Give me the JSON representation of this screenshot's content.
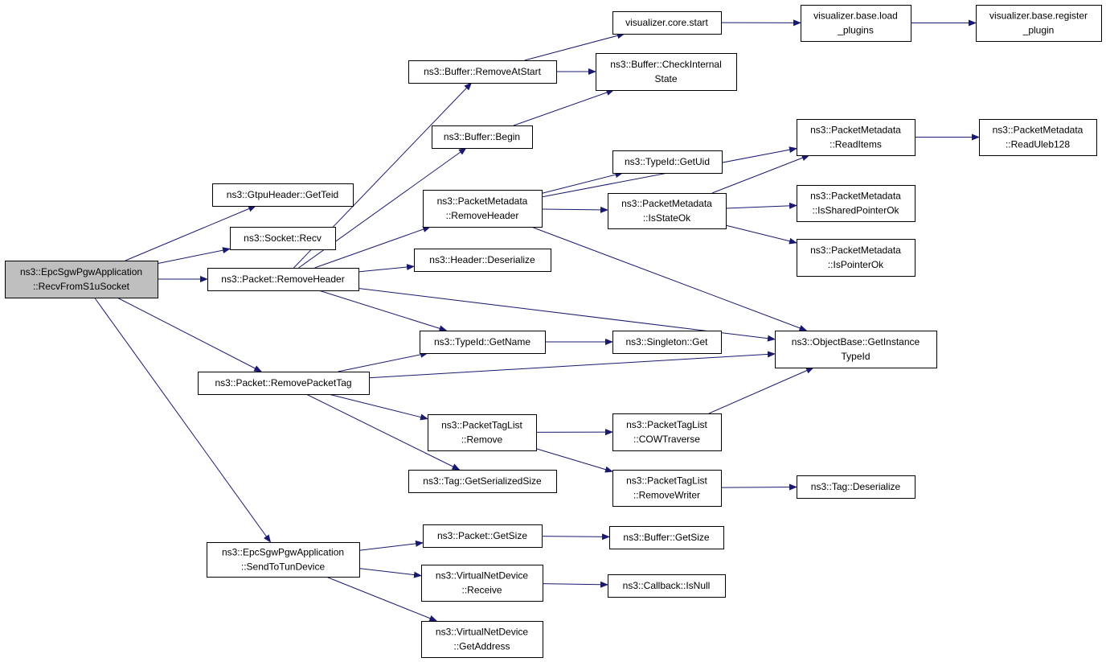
{
  "colors": {
    "node_fill": "#ffffff",
    "node_stroke": "#000000",
    "root_fill": "#bfbfbf",
    "edge": "#191970"
  },
  "nodes": [
    {
      "id": "root",
      "lines": [
        "ns3::EpcSgwPgwApplication",
        "::RecvFromS1uSocket"
      ]
    },
    {
      "id": "gettied",
      "lines": [
        "ns3::GtpuHeader::GetTeid"
      ]
    },
    {
      "id": "socketrecv",
      "lines": [
        "ns3::Socket::Recv"
      ]
    },
    {
      "id": "pktremovehdr",
      "lines": [
        "ns3::Packet::RemoveHeader"
      ]
    },
    {
      "id": "pktremovetag",
      "lines": [
        "ns3::Packet::RemovePacketTag"
      ]
    },
    {
      "id": "sendtotun",
      "lines": [
        "ns3::EpcSgwPgwApplication",
        "::SendToTunDevice"
      ]
    },
    {
      "id": "bufremoveatstart",
      "lines": [
        "ns3::Buffer::RemoveAtStart"
      ]
    },
    {
      "id": "bufbegin",
      "lines": [
        "ns3::Buffer::Begin"
      ]
    },
    {
      "id": "pmremovehdr",
      "lines": [
        "ns3::PacketMetadata",
        "::RemoveHeader"
      ]
    },
    {
      "id": "hdrdeser",
      "lines": [
        "ns3::Header::Deserialize"
      ]
    },
    {
      "id": "tidgetname",
      "lines": [
        "ns3::TypeId::GetName"
      ]
    },
    {
      "id": "ptlremove",
      "lines": [
        "ns3::PacketTagList",
        "::Remove"
      ]
    },
    {
      "id": "taggetsize",
      "lines": [
        "ns3::Tag::GetSerializedSize"
      ]
    },
    {
      "id": "pktgetsize",
      "lines": [
        "ns3::Packet::GetSize"
      ]
    },
    {
      "id": "vndreceive",
      "lines": [
        "ns3::VirtualNetDevice",
        "::Receive"
      ]
    },
    {
      "id": "vndgetaddr",
      "lines": [
        "ns3::VirtualNetDevice",
        "::GetAddress"
      ]
    },
    {
      "id": "viscorestart",
      "lines": [
        "visualizer.core.start"
      ]
    },
    {
      "id": "bufcheck",
      "lines": [
        "ns3::Buffer::CheckInternal",
        "State"
      ]
    },
    {
      "id": "tidgetuid",
      "lines": [
        "ns3::TypeId::GetUid"
      ]
    },
    {
      "id": "pmisstateok",
      "lines": [
        "ns3::PacketMetadata",
        "::IsStateOk"
      ]
    },
    {
      "id": "singletonget",
      "lines": [
        "ns3::Singleton::Get"
      ]
    },
    {
      "id": "ptlcow",
      "lines": [
        "ns3::PacketTagList",
        "::COWTraverse"
      ]
    },
    {
      "id": "ptlremovewriter",
      "lines": [
        "ns3::PacketTagList",
        "::RemoveWriter"
      ]
    },
    {
      "id": "bufgetsize",
      "lines": [
        "ns3::Buffer::GetSize"
      ]
    },
    {
      "id": "cbisnull",
      "lines": [
        "ns3::Callback::IsNull"
      ]
    },
    {
      "id": "visbaseload",
      "lines": [
        "visualizer.base.load",
        "_plugins"
      ]
    },
    {
      "id": "pmreaditems",
      "lines": [
        "ns3::PacketMetadata",
        "::ReadItems"
      ]
    },
    {
      "id": "pmissharedptr",
      "lines": [
        "ns3::PacketMetadata",
        "::IsSharedPointerOk"
      ]
    },
    {
      "id": "pmisptrok",
      "lines": [
        "ns3::PacketMetadata",
        "::IsPointerOk"
      ]
    },
    {
      "id": "objgetinst",
      "lines": [
        "ns3::ObjectBase::GetInstance",
        "TypeId"
      ]
    },
    {
      "id": "tagdeser",
      "lines": [
        "ns3::Tag::Deserialize"
      ]
    },
    {
      "id": "visbasereg",
      "lines": [
        "visualizer.base.register",
        "_plugin"
      ]
    },
    {
      "id": "pmreaduleb",
      "lines": [
        "ns3::PacketMetadata",
        "::ReadUleb128"
      ]
    }
  ],
  "edges": [
    [
      "root",
      "gettied"
    ],
    [
      "root",
      "socketrecv"
    ],
    [
      "root",
      "pktremovehdr"
    ],
    [
      "root",
      "pktremovetag"
    ],
    [
      "root",
      "sendtotun"
    ],
    [
      "pktremovehdr",
      "bufremoveatstart"
    ],
    [
      "pktremovehdr",
      "bufbegin"
    ],
    [
      "pktremovehdr",
      "pmremovehdr"
    ],
    [
      "pktremovehdr",
      "hdrdeser"
    ],
    [
      "pktremovehdr",
      "tidgetname"
    ],
    [
      "pktremovehdr",
      "objgetinst"
    ],
    [
      "pktremovetag",
      "tidgetname"
    ],
    [
      "pktremovetag",
      "ptlremove"
    ],
    [
      "pktremovetag",
      "taggetsize"
    ],
    [
      "pktremovetag",
      "objgetinst"
    ],
    [
      "sendtotun",
      "pktgetsize"
    ],
    [
      "sendtotun",
      "vndreceive"
    ],
    [
      "sendtotun",
      "vndgetaddr"
    ],
    [
      "bufremoveatstart",
      "viscorestart"
    ],
    [
      "bufremoveatstart",
      "bufcheck"
    ],
    [
      "bufbegin",
      "bufcheck"
    ],
    [
      "viscorestart",
      "visbaseload"
    ],
    [
      "visbaseload",
      "visbasereg"
    ],
    [
      "pmremovehdr",
      "pmreaditems"
    ],
    [
      "pmremovehdr",
      "tidgetuid"
    ],
    [
      "pmremovehdr",
      "pmisstateok"
    ],
    [
      "pmremovehdr",
      "objgetinst"
    ],
    [
      "pmisstateok",
      "pmreaditems"
    ],
    [
      "pmisstateok",
      "pmissharedptr"
    ],
    [
      "pmisstateok",
      "pmisptrok"
    ],
    [
      "pmreaditems",
      "pmreaduleb"
    ],
    [
      "tidgetname",
      "singletonget"
    ],
    [
      "ptlremove",
      "ptlcow"
    ],
    [
      "ptlremove",
      "ptlremovewriter"
    ],
    [
      "ptlcow",
      "objgetinst"
    ],
    [
      "ptlremovewriter",
      "tagdeser"
    ],
    [
      "pktgetsize",
      "bufgetsize"
    ],
    [
      "vndreceive",
      "cbisnull"
    ]
  ]
}
